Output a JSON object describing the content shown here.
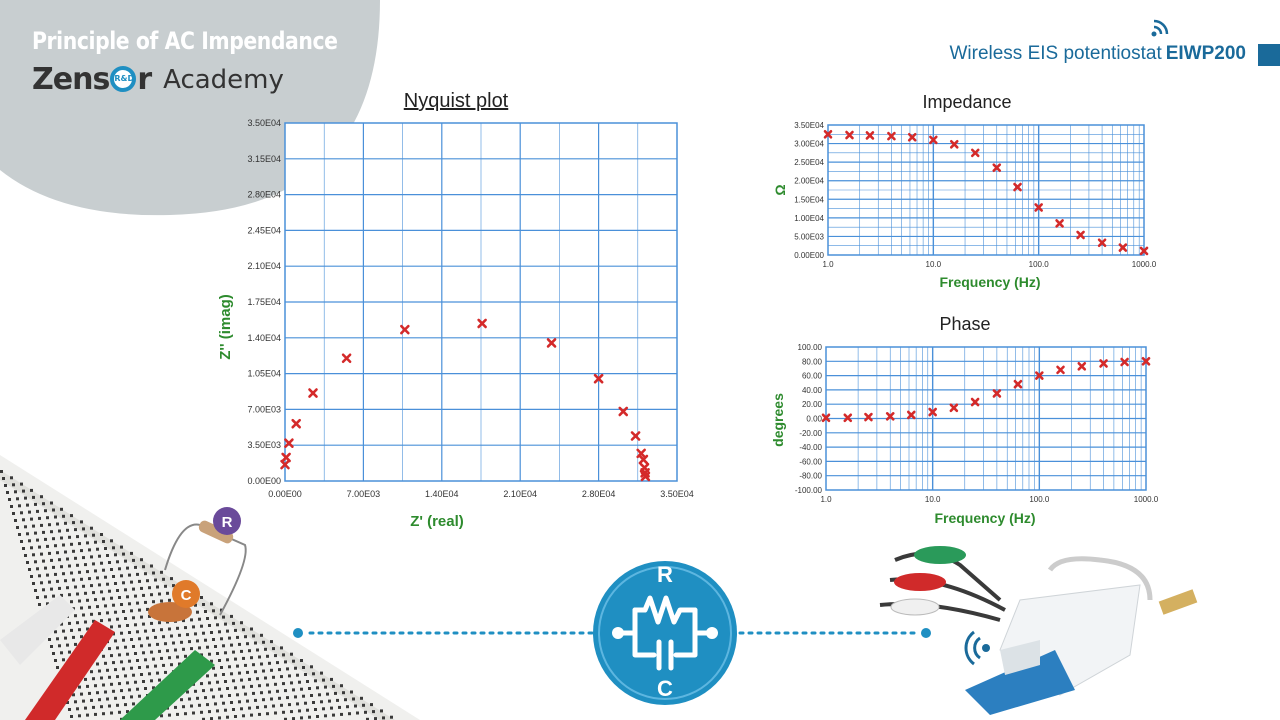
{
  "header": {
    "title": "Principle of AC Impendance",
    "logo_text_1": "Zens",
    "logo_badge": "R&D",
    "logo_text_2": "r",
    "logo_academy": "Academy",
    "product_prefix": "Wireless EIS potentiostat",
    "product_model": "EIWP200"
  },
  "colors": {
    "accent": "#1a6a9a",
    "grid": "#4a90d9",
    "marker": "#d42a2a",
    "label_green": "#2e8b2e",
    "corner_gray": "#c8ced0"
  },
  "circuit": {
    "r_label": "R",
    "c_label": "C",
    "breadboard_r": "R",
    "breadboard_c": "C"
  },
  "chart_data": [
    {
      "type": "scatter",
      "title": "Nyquist plot",
      "xlabel": "Z' (real)",
      "ylabel": "Z'' (imag)",
      "xlim": [
        0,
        35000
      ],
      "ylim": [
        0,
        35000
      ],
      "x_ticks": [
        "0.00E00",
        "7.00E03",
        "1.40E04",
        "2.10E04",
        "2.80E04",
        "3.50E04"
      ],
      "y_ticks": [
        "0.00E00",
        "3.50E03",
        "7.00E03",
        "1.05E04",
        "1.40E04",
        "1.75E04",
        "2.10E04",
        "2.45E04",
        "2.80E04",
        "3.15E04",
        "3.50E04"
      ],
      "x": [
        0,
        100,
        350,
        1000,
        2500,
        5500,
        10700,
        17600,
        23800,
        28000,
        30200,
        31300,
        31800,
        32000,
        32100,
        32150,
        32180
      ],
      "y": [
        1600,
        2300,
        3700,
        5600,
        8600,
        12000,
        14800,
        15400,
        13500,
        10000,
        6800,
        4400,
        2700,
        2100,
        1300,
        800,
        450
      ]
    },
    {
      "type": "scatter",
      "title": "Impedance",
      "xlabel": "Frequency (Hz)",
      "ylabel": "Ω",
      "log_x": true,
      "xlim": [
        1,
        1000
      ],
      "ylim": [
        0,
        35000
      ],
      "x_ticks": [
        "1.0",
        "10.0",
        "100.0",
        "1000.0"
      ],
      "y_ticks": [
        "0.00E00",
        "5.00E03",
        "1.00E04",
        "1.50E04",
        "2.00E04",
        "2.50E04",
        "3.00E04",
        "3.50E04"
      ],
      "x": [
        1,
        1.6,
        2.5,
        4,
        6.3,
        10,
        15.8,
        25,
        40,
        63,
        100,
        158,
        250,
        400,
        630,
        1000
      ],
      "y": [
        32500,
        32300,
        32200,
        32000,
        31700,
        31000,
        29800,
        27500,
        23500,
        18300,
        12800,
        8500,
        5400,
        3300,
        2000,
        1100
      ]
    },
    {
      "type": "scatter",
      "title": "Phase",
      "xlabel": "Frequency (Hz)",
      "ylabel": "degrees",
      "log_x": true,
      "xlim": [
        1,
        1000
      ],
      "ylim": [
        -100,
        100
      ],
      "x_ticks": [
        "1.0",
        "10.0",
        "100.0",
        "1000.0"
      ],
      "y_ticks": [
        "-100.00",
        "-80.00",
        "-60.00",
        "-40.00",
        "-20.00",
        "0.00",
        "20.00",
        "40.00",
        "60.00",
        "80.00",
        "100.00"
      ],
      "x": [
        1,
        1.6,
        2.5,
        4,
        6.3,
        10,
        15.8,
        25,
        40,
        63,
        100,
        158,
        250,
        400,
        630,
        1000
      ],
      "y": [
        1,
        1,
        2,
        3,
        5,
        9,
        15,
        23,
        35,
        48,
        60,
        68,
        73,
        77,
        79,
        80
      ]
    }
  ]
}
